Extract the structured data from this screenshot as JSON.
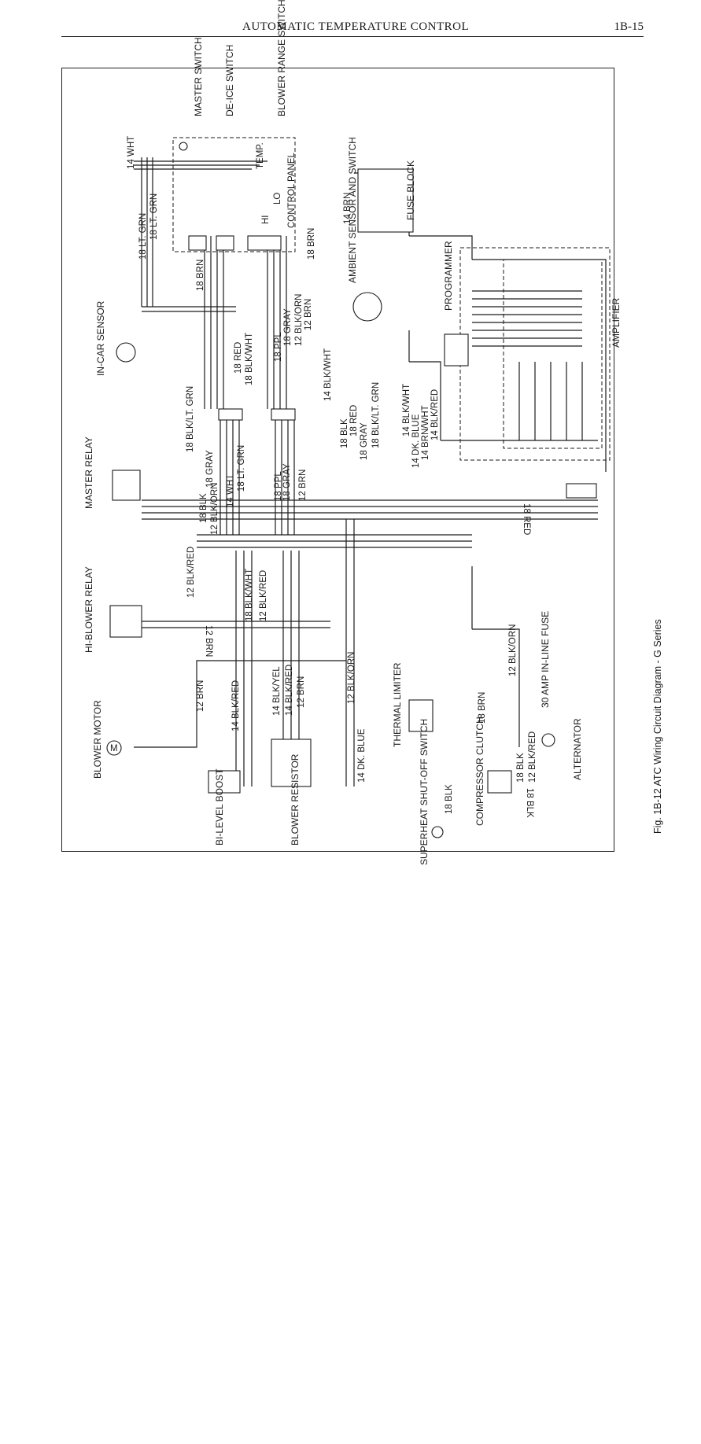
{
  "header": {
    "title": "AUTOMATIC TEMPERATURE CONTROL",
    "page": "1B-15"
  },
  "caption": "Fig. 1B-12 ATC Wiring Circuit Diagram - G Series",
  "components": {
    "master_switch": "MASTER SWITCH",
    "deice_switch": "DE-ICE SWITCH",
    "blower_range_switch": "BLOWER RANGE SWITCH",
    "temp": "TEMP.",
    "hi": "HI",
    "lo": "LO",
    "control_panel": "CONTROL PANEL",
    "fuse_block": "FUSE BLOCK",
    "ambient_sensor": "AMBIENT SENSOR AND SWITCH",
    "programmer": "PROGRAMMER",
    "amplifier": "AMPLIFIER",
    "in_car_sensor": "IN-CAR SENSOR",
    "master_relay": "MASTER RELAY",
    "hi_blower_relay": "HI-BLOWER RELAY",
    "blower_motor": "BLOWER MOTOR",
    "bi_level_boost": "BI-LEVEL BOOST",
    "blower_resistor": "BLOWER RESISTOR",
    "thermal_limiter": "THERMAL LIMITER",
    "superheat_switch": "SUPERHEAT SHUT-OFF SWITCH",
    "compressor_clutch": "COMPRESSOR CLUTCH",
    "alternator": "ALTERNATOR",
    "inline_fuse": "30 AMP IN-LINE FUSE"
  },
  "wires": {
    "w14wht_top": "14 WHT",
    "w18ltgrn_a": "18 LT. GRN",
    "w18ltgrn_b": "18 LT. GRN",
    "w18brn_a": "18 BRN",
    "w18brn_b": "18 BRN",
    "w14brn": "14 BRN",
    "w18red": "18 RED",
    "w18blkwht": "18 BLK/WHT",
    "w18ppl": "18 PPL",
    "w18gray_a": "18 GRAY",
    "w12blkorn_a": "12 BLK/ORN",
    "w12brn_a": "12 BRN",
    "w14blkwht_a": "14 BLK/WHT",
    "w18blkltgrn_a": "18 BLK/LT. GRN",
    "w18blkltgrn_b": "18 BLK/LT. GRN",
    "w18blk_a": "18 BLK",
    "w18red_b": "18 RED",
    "w18gray_b": "18 GRAY",
    "w14blkwht_b": "14 BLK/WHT",
    "w14dkblue_a": "14 DK. BLUE",
    "w14brnwht": "14 BRN/WHT",
    "w14blkred": "14 BLK/RED",
    "w18gray_c": "18 GRAY",
    "w18ltgrn_c": "18 LT. GRN",
    "w14wht_b": "14 WHT",
    "w18blk_b": "18 BLK",
    "w12blkorn_b": "12 BLK/ORN",
    "w18ppl_b": "18 PPL",
    "w18gray_d": "18 GRAY",
    "w12brn_b": "12 BRN",
    "w18red_c": "18 RED",
    "w12blkred_a": "12 BLK/RED",
    "w18blkwht_b": "18 BLK/WHT",
    "w12blkred_b": "12 BLK/RED",
    "w12brn_c": "12 BRN",
    "w12brn_d": "12 BRN",
    "w14blkred_b": "14 BLK/RED",
    "w14blkyel": "14 BLK/YEL",
    "w14blkred_c": "14 BLK/RED",
    "w12brn_e": "12 BRN",
    "w12blkorn_c": "12 BLK/ORN",
    "w14dkblue_b": "14 DK. BLUE",
    "w18brn_c": "18 BRN",
    "w12blkorn_d": "12 BLK/ORN",
    "w18blk_c": "18 BLK",
    "w18blk_d": "18 BLK",
    "w12blkred_c": "12 BLK/RED",
    "w18blk_e": "18 BLK"
  }
}
